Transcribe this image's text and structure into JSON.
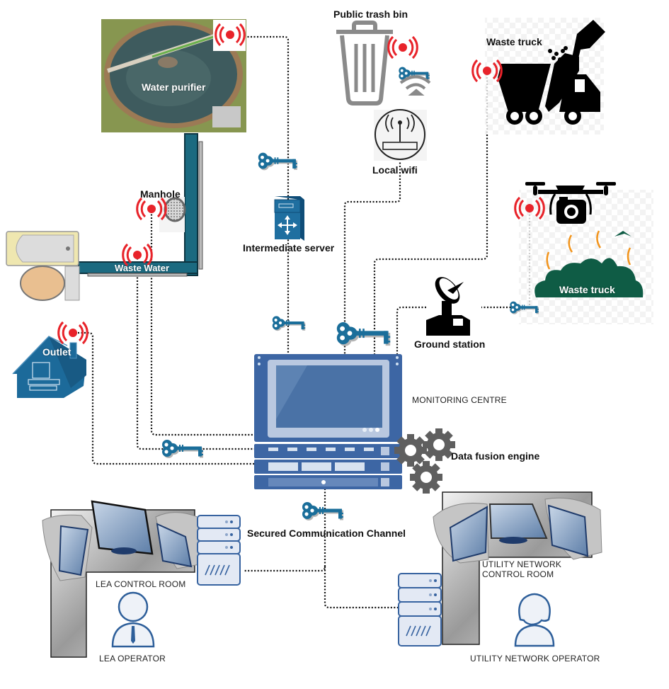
{
  "diagram": {
    "title": "Monitoring centre data fusion architecture",
    "colors": {
      "signal_red": "#e8232a",
      "key_blue": "#1a6e9a",
      "pipe_teal": "#1b6a80",
      "rack_blue": "#3d66a4",
      "rack_light": "#b9c8e0",
      "gear_gray": "#5f5f5f",
      "operator_outline": "#2e5f9a",
      "trash_gray": "#8a8a8a",
      "drone_green": "#0f5c45",
      "outlet_blue": "#1c6a9a",
      "connector": "#111111"
    },
    "nodes": {
      "water_purifier": {
        "label": "Water purifier",
        "icon": "water-treatment-photo"
      },
      "public_trash_bin": {
        "label": "Public trash bin",
        "icon": "trash-bin-icon"
      },
      "waste_truck_top": {
        "label": "Waste truck",
        "icon": "garbage-truck-icon"
      },
      "local_wifi": {
        "label": "Local wifi",
        "icon": "wifi-router-icon"
      },
      "manhole": {
        "label": "Manhole",
        "icon": "manhole-cover-icon"
      },
      "waste_water": {
        "label": "Waste Water",
        "icon": "pipe-icon"
      },
      "intermediate_server": {
        "label": "Intermediate server",
        "icon": "server-tower-icon"
      },
      "waste_truck_drone": {
        "label": "Waste truck",
        "icon": "drone-camera-icon"
      },
      "ground_station": {
        "label": "Ground station",
        "icon": "satellite-dish-icon"
      },
      "outlet": {
        "label": "Outlet",
        "icon": "house-computer-icon"
      },
      "monitoring_centre": {
        "label": "MONITORING CENTRE",
        "icon": "rack-monitor-icon"
      },
      "data_fusion_engine": {
        "label": "Data fusion engine",
        "icon": "gears-icon"
      },
      "secured_channel": {
        "label": "Secured Communication Channel",
        "icon": "key-icon"
      },
      "lea_control_room": {
        "label": "LEA CONTROL ROOM",
        "icon": "control-desk-icon"
      },
      "lea_operator": {
        "label": "LEA OPERATOR",
        "icon": "male-operator-icon"
      },
      "utility_control_room": {
        "label_line1": "UTILITY NETWORK",
        "label_line2": "CONTROL ROOM",
        "icon": "control-desk-icon"
      },
      "utility_operator": {
        "label": "UTILITY NETWORK OPERATOR",
        "icon": "female-operator-icon"
      }
    },
    "edges": [
      {
        "from": "water_purifier",
        "to": "monitoring_centre",
        "via": "intermediate_server",
        "style": "dotted",
        "encrypted": true
      },
      {
        "from": "local_wifi",
        "to": "monitoring_centre",
        "style": "dotted",
        "encrypted": true
      },
      {
        "from": "waste_truck_top",
        "to": "monitoring_centre",
        "style": "dotted",
        "encrypted": true
      },
      {
        "from": "waste_truck_drone",
        "to": "ground_station",
        "style": "dotted",
        "encrypted": true
      },
      {
        "from": "ground_station",
        "to": "monitoring_centre",
        "style": "dotted"
      },
      {
        "from": "manhole",
        "to": "monitoring_centre",
        "style": "dotted"
      },
      {
        "from": "waste_water",
        "to": "monitoring_centre",
        "style": "dotted",
        "encrypted": true
      },
      {
        "from": "outlet",
        "to": "monitoring_centre",
        "style": "dotted"
      },
      {
        "from": "monitoring_centre",
        "to": "lea_control_room",
        "style": "dotted",
        "encrypted": true
      },
      {
        "from": "monitoring_centre",
        "to": "utility_control_room",
        "style": "dotted",
        "encrypted": true
      }
    ]
  }
}
